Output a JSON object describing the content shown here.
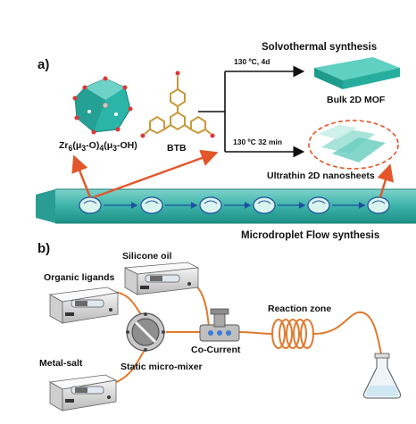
{
  "panel_a": {
    "label": "a)",
    "zr_cluster_html": "Zr<sub>6</sub>(μ<sub>3</sub>-O)<sub>4</sub>(μ<sub>3</sub>-OH)",
    "btb_label": "BTB",
    "solvothermal_title": "Solvothermal synthesis",
    "condition_bulk": "130 ºC, 4d",
    "bulk_label": "Bulk 2D MOF",
    "condition_flow": "130 ºC 32 min",
    "nanosheets_label": "Ultrathin 2D nanosheets",
    "microdroplet_title": "Microdroplet Flow synthesis"
  },
  "panel_b": {
    "label": "b)",
    "silicone_oil": "Silicone oil",
    "organic_ligands": "Organic ligands",
    "reaction_zone": "Reaction zone",
    "co_current": "Co-Current",
    "metal_salt": "Metal-salt",
    "static_mixer": "Static micro-mixer"
  },
  "colors": {
    "cluster": "#2ab5a8",
    "channel": "#3fb7ad",
    "arrow_red": "#e2562a",
    "tubing": "#e07a2e",
    "mof_slab": "#2fb8a7"
  }
}
